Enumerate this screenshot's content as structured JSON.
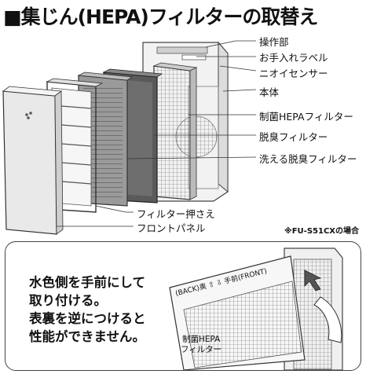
{
  "title": "■集じん(HEPA)フィルターの取替え",
  "labels": {
    "control_panel": "操作部",
    "care_label": "お手入れラベル",
    "odor_sensor": "ニオイセンサー",
    "main_unit": "本体",
    "hepa_filter": "制菌HEPAフィルター",
    "deodorizing_filter": "脱臭フィルター",
    "washable_deodorizing_filter": "洗える脱臭フィルター",
    "filter_holder": "フィルター押さえ",
    "front_panel": "フロントパネル"
  },
  "model_note": "※FU-S51CXの場合",
  "instruction": {
    "lines": [
      "水色側を手前にして",
      "取り付ける。",
      "表裏を逆につけると",
      "性能ができません。"
    ]
  },
  "filter_marking": "(BACK)奥 ⇧ ⇩ 手前(FRONT)",
  "panel_label": [
    "制菌HEPA",
    "フィルター"
  ],
  "colors": {
    "panel_body": "#e9e9e9",
    "filter_dark": "#5a5a5a",
    "line": "#333333"
  }
}
